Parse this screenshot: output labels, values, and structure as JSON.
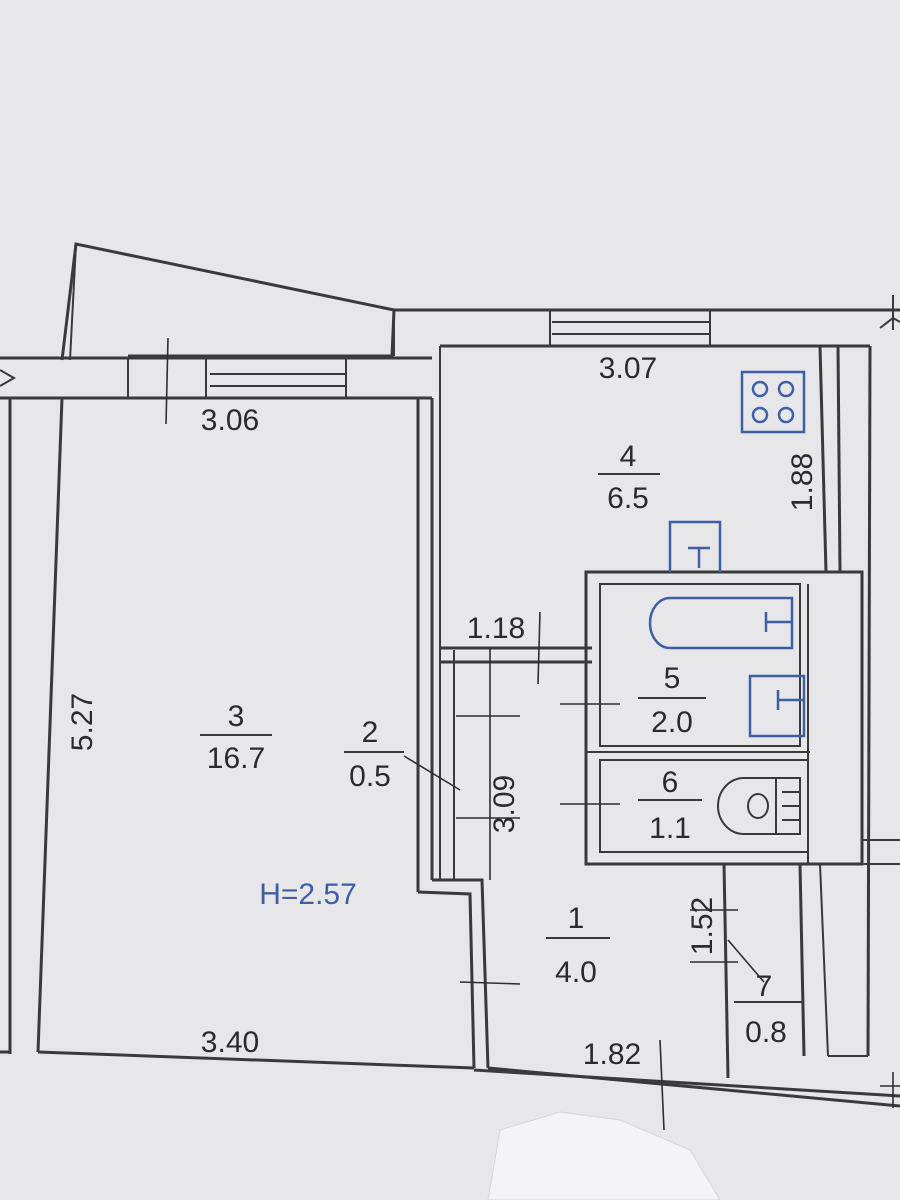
{
  "colors": {
    "paper": "#e7e7e9",
    "lines": "#3a3a3d",
    "fixtures": "#3d5fa8"
  },
  "rooms": [
    {
      "id": "3",
      "number": "3",
      "area": "16.7"
    },
    {
      "id": "2",
      "number": "2",
      "area": "0.5"
    },
    {
      "id": "4",
      "number": "4",
      "area": "6.5"
    },
    {
      "id": "5",
      "number": "5",
      "area": "2.0"
    },
    {
      "id": "6",
      "number": "6",
      "area": "1.1"
    },
    {
      "id": "1",
      "number": "1",
      "area": "4.0"
    },
    {
      "id": "7",
      "number": "7",
      "area": "0.8"
    }
  ],
  "dimensions": {
    "room3_top": "3.06",
    "room3_height": "5.27",
    "room3_bottom": "3.40",
    "kitchen_top": "3.07",
    "kitchen_side": "1.88",
    "passage_width": "1.18",
    "hall_length": "3.09",
    "closet_height": "1.52",
    "hall_bottom": "1.82"
  },
  "ceiling_height": "H=2.57",
  "icons": [
    "stove-icon",
    "sink-icon",
    "bathtub-icon",
    "washbasin-icon",
    "toilet-icon"
  ]
}
